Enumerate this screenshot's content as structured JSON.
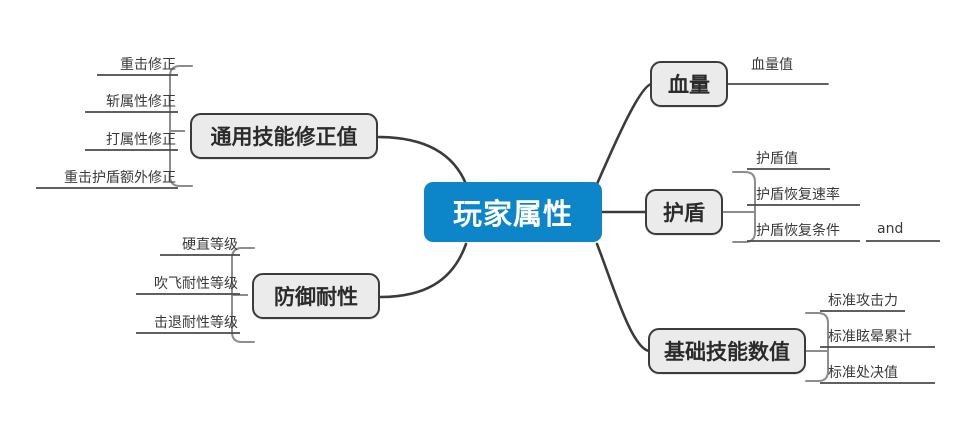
{
  "diagram": {
    "type": "mind-map",
    "title_node": {
      "label": "玩家属性",
      "color": "#0d85c9",
      "text_color": "#ffffff"
    },
    "branch_style": {
      "fill": "#ebebeb",
      "border": "#3b3b3b",
      "text_color": "#2b2b2b"
    },
    "leaf_style": {
      "text_color": "#3a3a3a",
      "underline": "#4a4a4a"
    },
    "background": "#ffffff",
    "branches": [
      {
        "label": "通用技能修正值",
        "side": "left",
        "leaves": [
          {
            "label": "重击修正"
          },
          {
            "label": "斩属性修正"
          },
          {
            "label": "打属性修正"
          },
          {
            "label": "重击护盾额外修正"
          }
        ]
      },
      {
        "label": "防御耐性",
        "side": "left",
        "leaves": [
          {
            "label": "硬直等级"
          },
          {
            "label": "吹飞耐性等级"
          },
          {
            "label": "击退耐性等级"
          }
        ]
      },
      {
        "label": "血量",
        "side": "right",
        "leaves": [
          {
            "label": "血量值"
          }
        ]
      },
      {
        "label": "护盾",
        "side": "right",
        "leaves": [
          {
            "label": "护盾值"
          },
          {
            "label": "护盾恢复速率"
          },
          {
            "label": "护盾恢复条件"
          },
          {
            "label": "and"
          }
        ]
      },
      {
        "label": "基础技能数值",
        "side": "right",
        "leaves": [
          {
            "label": "标准攻击力"
          },
          {
            "label": "标准眩晕累计"
          },
          {
            "label": "标准处决值"
          }
        ]
      }
    ]
  }
}
